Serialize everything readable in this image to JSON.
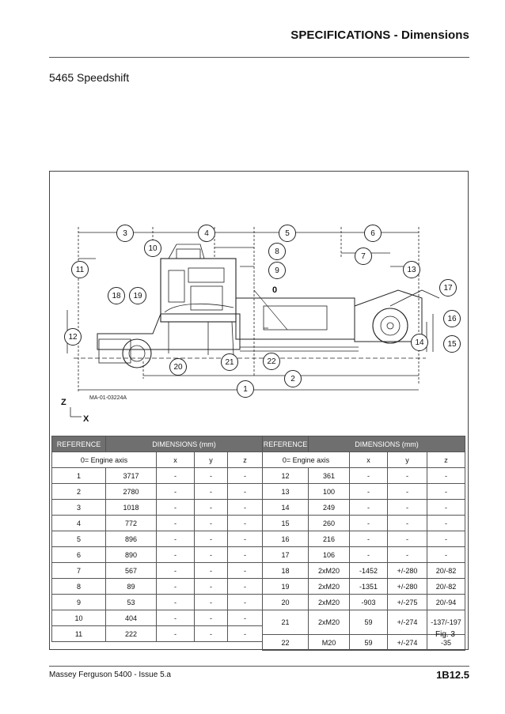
{
  "header": {
    "title": "SPECIFICATIONS - Dimensions"
  },
  "subtitle": "5465 Speedshift",
  "figure": {
    "drawing_id": "MA-01-03224A",
    "axis_z": "Z",
    "axis_x": "X",
    "origin_label": "0",
    "callouts": [
      "1",
      "2",
      "3",
      "4",
      "5",
      "6",
      "7",
      "8",
      "9",
      "10",
      "11",
      "12",
      "13",
      "14",
      "15",
      "16",
      "17",
      "18",
      "19",
      "20",
      "21",
      "22"
    ],
    "label": "Fig. 3"
  },
  "table": {
    "reference_header": "REFERENCE",
    "dimensions_header": "DIMENSIONS (mm)",
    "origin_label": "0= Engine axis",
    "columns": [
      "x",
      "y",
      "z"
    ],
    "left_rows": [
      {
        "ref": "1",
        "value": "3717",
        "x": "-",
        "y": "-",
        "z": "-"
      },
      {
        "ref": "2",
        "value": "2780",
        "x": "-",
        "y": "-",
        "z": "-"
      },
      {
        "ref": "3",
        "value": "1018",
        "x": "-",
        "y": "-",
        "z": "-"
      },
      {
        "ref": "4",
        "value": "772",
        "x": "-",
        "y": "-",
        "z": "-"
      },
      {
        "ref": "5",
        "value": "896",
        "x": "-",
        "y": "-",
        "z": "-"
      },
      {
        "ref": "6",
        "value": "890",
        "x": "-",
        "y": "-",
        "z": "-"
      },
      {
        "ref": "7",
        "value": "567",
        "x": "-",
        "y": "-",
        "z": "-"
      },
      {
        "ref": "8",
        "value": "89",
        "x": "-",
        "y": "-",
        "z": "-"
      },
      {
        "ref": "9",
        "value": "53",
        "x": "-",
        "y": "-",
        "z": "-"
      },
      {
        "ref": "10",
        "value": "404",
        "x": "-",
        "y": "-",
        "z": "-"
      },
      {
        "ref": "11",
        "value": "222",
        "x": "-",
        "y": "-",
        "z": "-"
      }
    ],
    "right_rows": [
      {
        "ref": "12",
        "value": "361",
        "x": "-",
        "y": "-",
        "z": "-"
      },
      {
        "ref": "13",
        "value": "100",
        "x": "-",
        "y": "-",
        "z": "-"
      },
      {
        "ref": "14",
        "value": "249",
        "x": "-",
        "y": "-",
        "z": "-"
      },
      {
        "ref": "15",
        "value": "260",
        "x": "-",
        "y": "-",
        "z": "-"
      },
      {
        "ref": "16",
        "value": "216",
        "x": "-",
        "y": "-",
        "z": "-"
      },
      {
        "ref": "17",
        "value": "106",
        "x": "-",
        "y": "-",
        "z": "-"
      },
      {
        "ref": "18",
        "value": "2xM20",
        "x": "-1452",
        "y": "+/-280",
        "z": "20/-82"
      },
      {
        "ref": "19",
        "value": "2xM20",
        "x": "-1351",
        "y": "+/-280",
        "z": "20/-82"
      },
      {
        "ref": "20",
        "value": "2xM20",
        "x": "-903",
        "y": "+/-275",
        "z": "20/-94"
      },
      {
        "ref": "21",
        "value": "2xM20",
        "x": "59",
        "y": "+/-274",
        "z": "-137/-197"
      },
      {
        "ref": "22",
        "value": "M20",
        "x": "59",
        "y": "+/-274",
        "z": "-35"
      }
    ]
  },
  "footer": {
    "left": "Massey Ferguson 5400 - Issue 5.a",
    "right": "1B12.5"
  }
}
